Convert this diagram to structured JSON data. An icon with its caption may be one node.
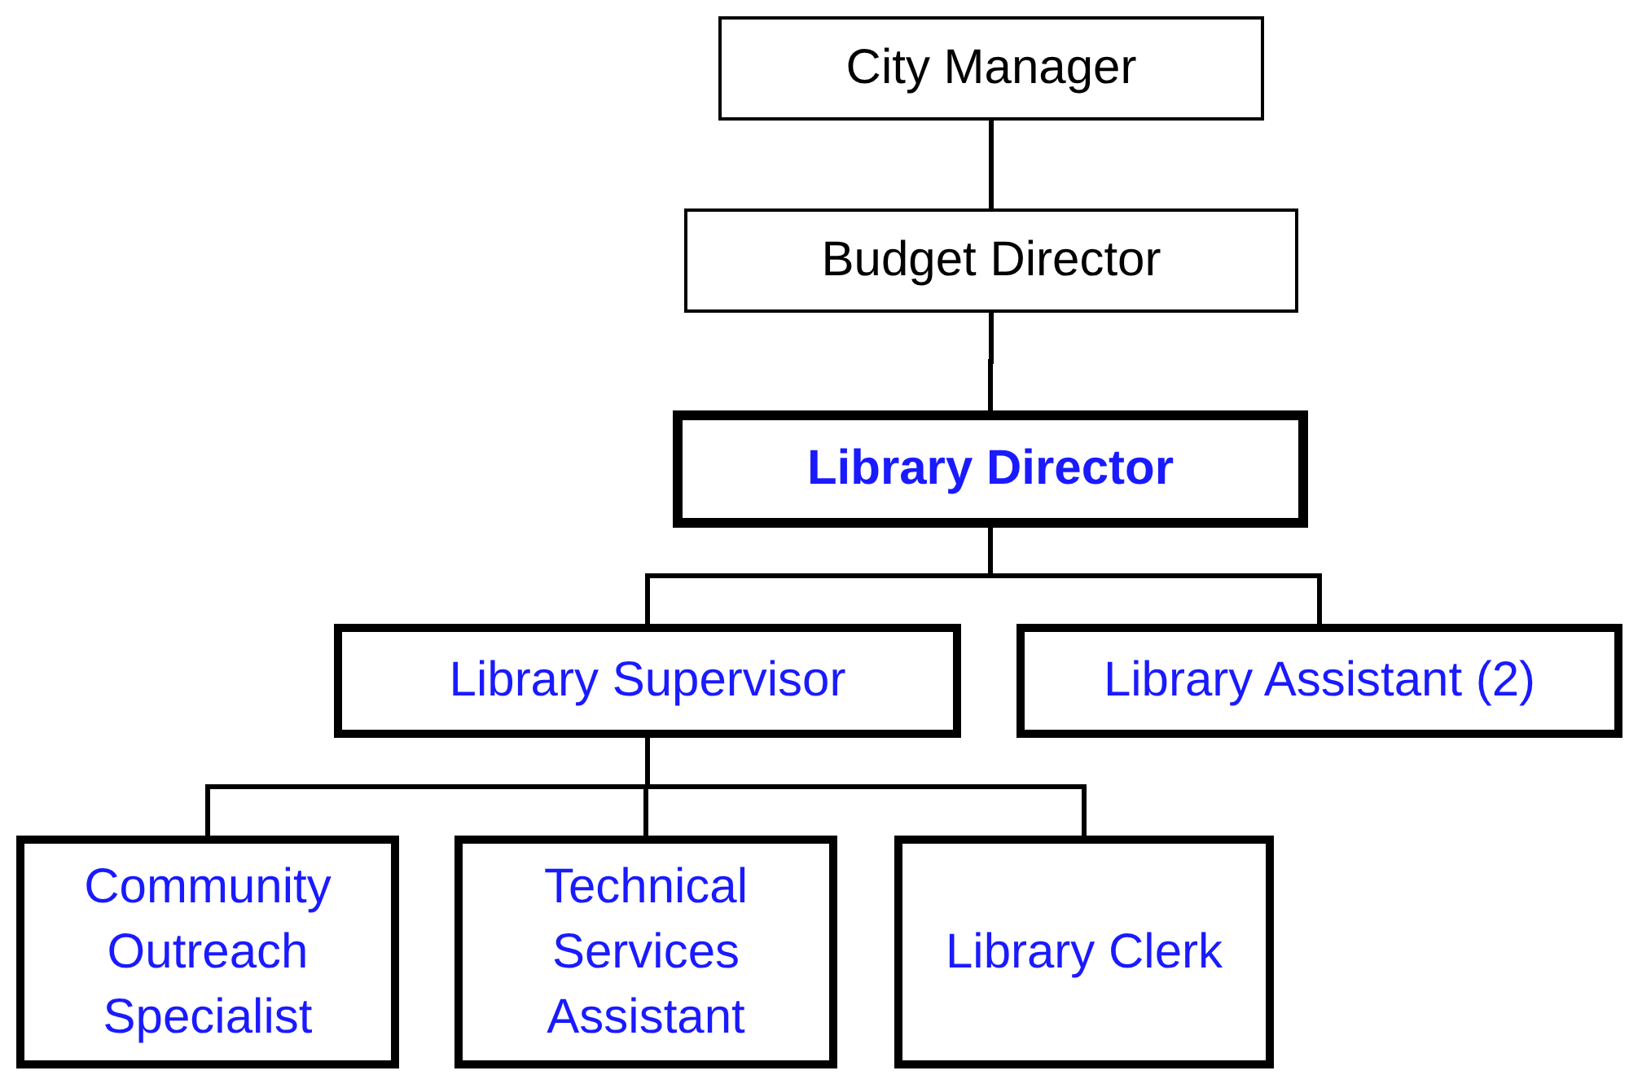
{
  "diagram": {
    "nodes": [
      {
        "text": [
          "City Manager"
        ]
      },
      {
        "text": [
          "Budget Director"
        ]
      },
      {
        "text": [
          "Library Director"
        ]
      },
      {
        "text": [
          "Library Supervisor"
        ]
      },
      {
        "text": [
          "Library Assistant (2)"
        ]
      },
      {
        "text": [
          "Community Outreach Specialist"
        ]
      },
      {
        "text": [
          "Technical Services Assistant"
        ]
      },
      {
        "text": [
          "Library Clerk"
        ]
      }
    ],
    "edges": [
      {
        "from": 0,
        "to": 1,
        "arrow": "none"
      },
      {
        "from": 1,
        "to": 2,
        "arrow": "none"
      },
      {
        "from": 2,
        "to": 3,
        "arrow": "none"
      },
      {
        "from": 2,
        "to": 4,
        "arrow": "none"
      },
      {
        "from": 3,
        "to": 5,
        "arrow": "none"
      },
      {
        "from": 3,
        "to": 6,
        "arrow": "none"
      },
      {
        "from": 3,
        "to": 7,
        "arrow": "none"
      }
    ]
  }
}
